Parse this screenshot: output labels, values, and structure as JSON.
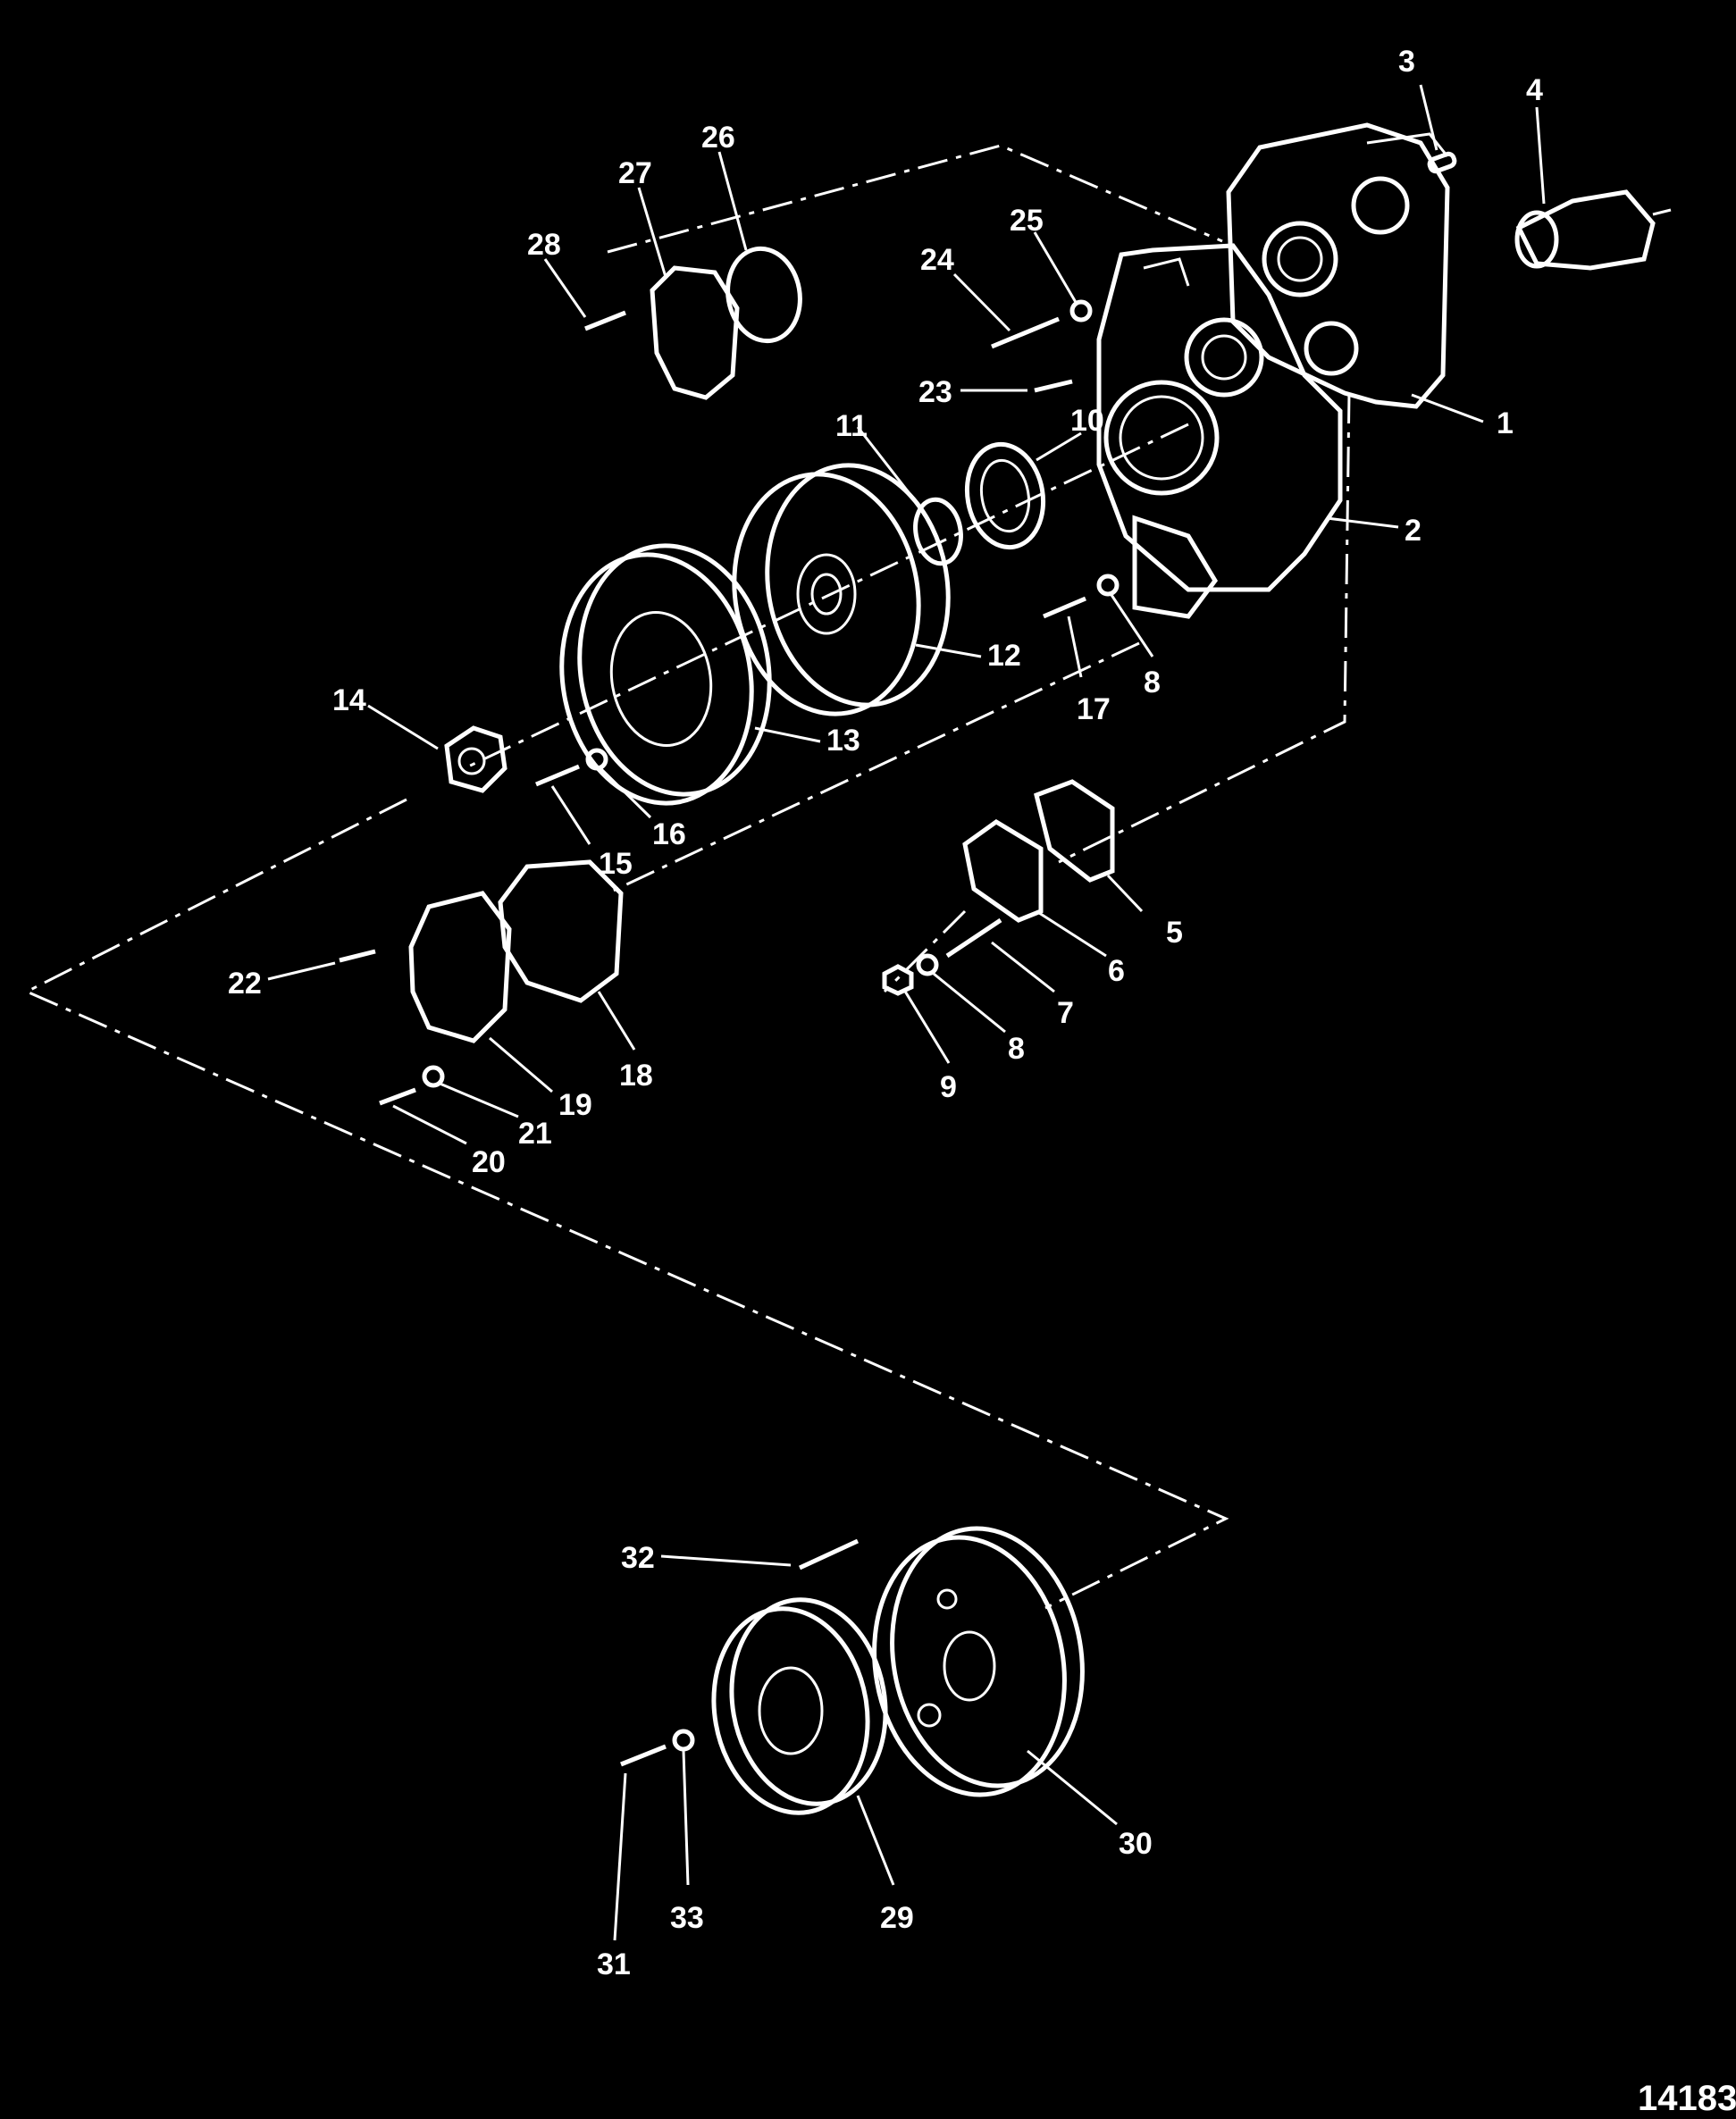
{
  "figure_number": "14183",
  "callouts": [
    "1",
    "2",
    "3",
    "4",
    "5",
    "6",
    "7",
    "8",
    "8",
    "9",
    "10",
    "11",
    "12",
    "13",
    "14",
    "15",
    "16",
    "17",
    "18",
    "19",
    "20",
    "21",
    "22",
    "23",
    "24",
    "25",
    "26",
    "27",
    "28",
    "29",
    "30",
    "31",
    "32",
    "33"
  ]
}
